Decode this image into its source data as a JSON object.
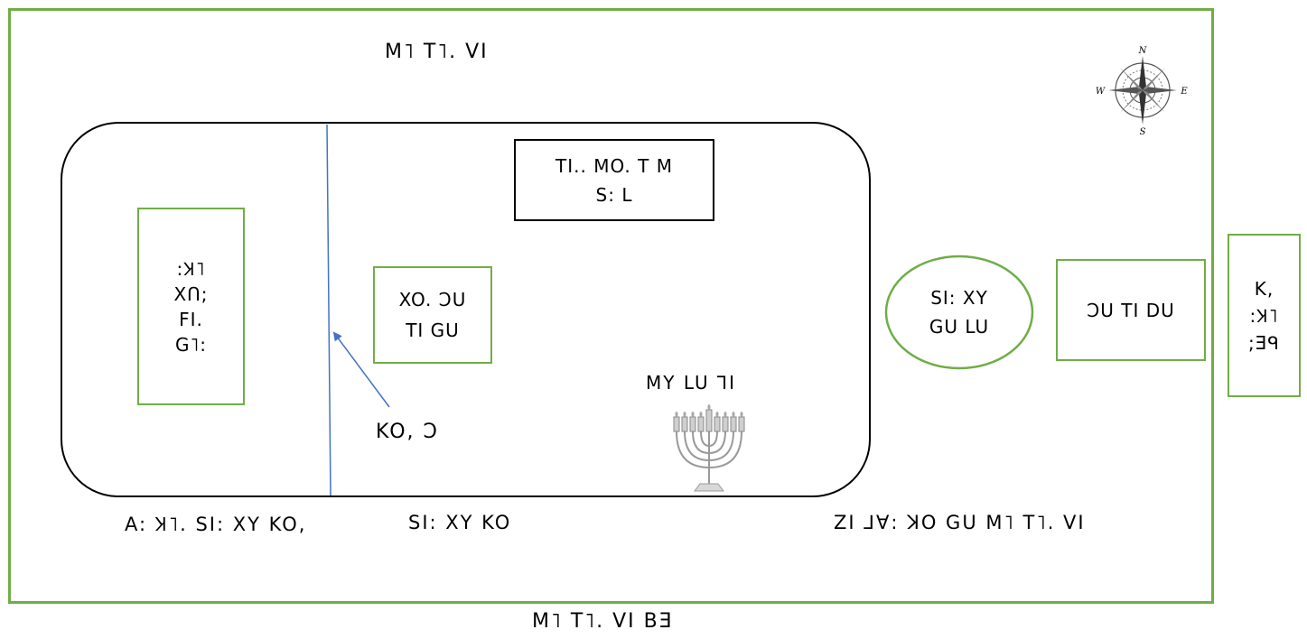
{
  "top_label": "M˥ T˥. VI",
  "bottom_label": "M˥ T˥. VI BƎ",
  "compass": {
    "icon": "compass-rose-icon",
    "north": "N",
    "east": "E",
    "south": "S",
    "west": "W"
  },
  "left_box": {
    "lines": [
      ":Ʞ˥",
      "XՈ;",
      "FI.",
      "G˥:"
    ]
  },
  "center_box": {
    "line1": "XO. ƆU",
    "line2": "TI GU"
  },
  "top_box": {
    "line1": "TI.. MO. T M",
    "line2": "S: L"
  },
  "menorah": {
    "label": "MY LU ⅂I",
    "icon": "menorah-icon"
  },
  "arrow_label": "KO, Ɔ",
  "ellipse": {
    "line1": "SI: XY",
    "line2": "GU LU"
  },
  "right_box": {
    "text": "ƆU TI DU"
  },
  "far_right_box": {
    "lines": [
      "K,",
      ":Ʞ˥",
      ";Ǝᑫ"
    ]
  },
  "bottom_row": {
    "left": "A: Ʞ˥. SI: XY KO,",
    "middle": "SI: XY KO",
    "right": "ZI ⅃Ɐ: ꓘO GU M˥ T˥. VI"
  },
  "colors": {
    "frame_green": "#70ad47",
    "line_blue": "#4472c4",
    "outline_black": "#000000"
  }
}
